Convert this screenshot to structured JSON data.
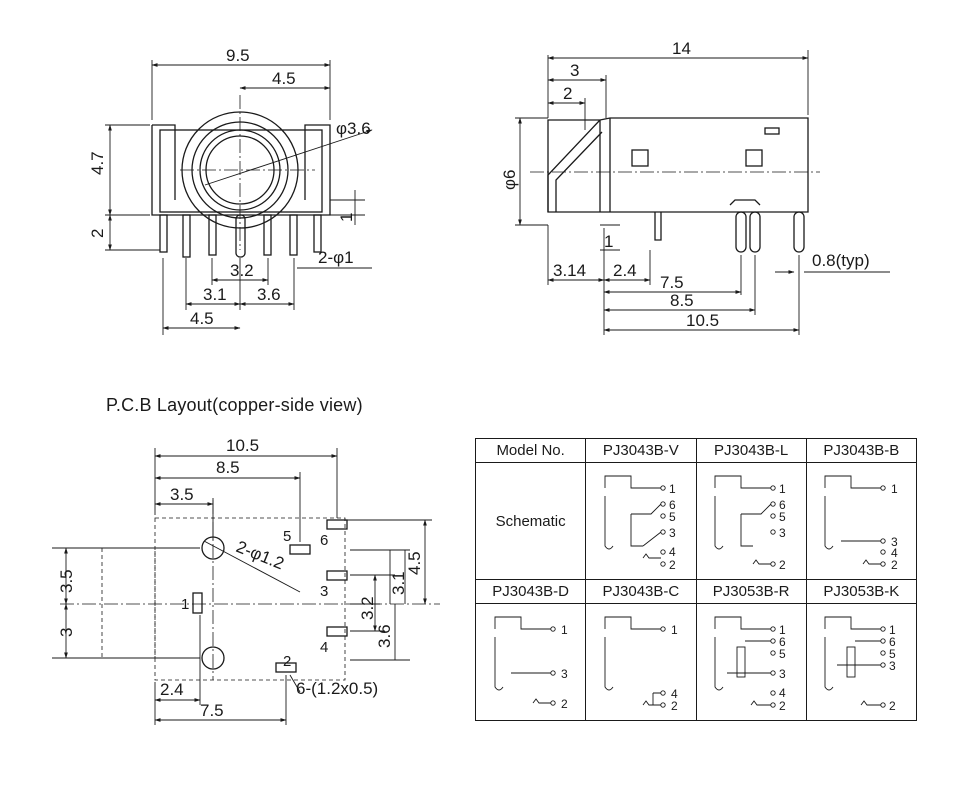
{
  "front_view": {
    "dims": {
      "width_total": "9.5",
      "half_width": "4.5",
      "hole_dia": "φ3.6",
      "height_upper": "4.7",
      "height_lower": "2",
      "pin_step": "1",
      "pin_hole": "2-φ1",
      "pin_pitch": "3.2",
      "left_pitch": "3.1",
      "right_pitch": "3.6",
      "left_offset": "4.5"
    }
  },
  "side_view": {
    "dims": {
      "length_total": "14",
      "nose_outer": "3",
      "nose_inner": "2",
      "body_dia": "φ6",
      "standoff": "1",
      "offset_a": "3.14",
      "offset_b": "2.4",
      "pin_a": "7.5",
      "pin_b": "8.5",
      "pin_c": "10.5",
      "pin_width": "0.8(typ)"
    }
  },
  "pcb_layout": {
    "title": "P.C.B Layout(copper-side view)",
    "dims": {
      "width_total": "10.5",
      "pin_x": "8.5",
      "hole_x": "3.5",
      "hole_dia": "2-φ1.2",
      "upper_offset": "3.5",
      "lower_offset": "3",
      "pin_gap_a": "3.1",
      "pin_gap_b": "3.2",
      "pin_gap_c": "3.6",
      "right_height": "4.5",
      "left_gap": "2.4",
      "bottom_width": "7.5",
      "pad_size": "6-(1.2x0.5)"
    },
    "pin_labels": [
      "1",
      "2",
      "3",
      "4",
      "5",
      "6"
    ]
  },
  "model_table": {
    "header_row_1": [
      "Model No.",
      "PJ3043B-V",
      "PJ3043B-L",
      "PJ3043B-B"
    ],
    "schematic_label": "Schematic",
    "header_row_2": [
      "PJ3043B-D",
      "PJ3043B-C",
      "PJ3053B-R",
      "PJ3053B-K"
    ],
    "pins": {
      "v": [
        "1",
        "6",
        "5",
        "3",
        "4",
        "2"
      ],
      "l": [
        "1",
        "6",
        "5",
        "3",
        "2"
      ],
      "b": [
        "1",
        "3",
        "4",
        "2"
      ],
      "d": [
        "1",
        "3",
        "2"
      ],
      "c": [
        "1",
        "4",
        "2"
      ],
      "r": [
        "1",
        "6",
        "5",
        "3",
        "4",
        "2"
      ],
      "k": [
        "1",
        "6",
        "5",
        "3",
        "2"
      ]
    }
  }
}
